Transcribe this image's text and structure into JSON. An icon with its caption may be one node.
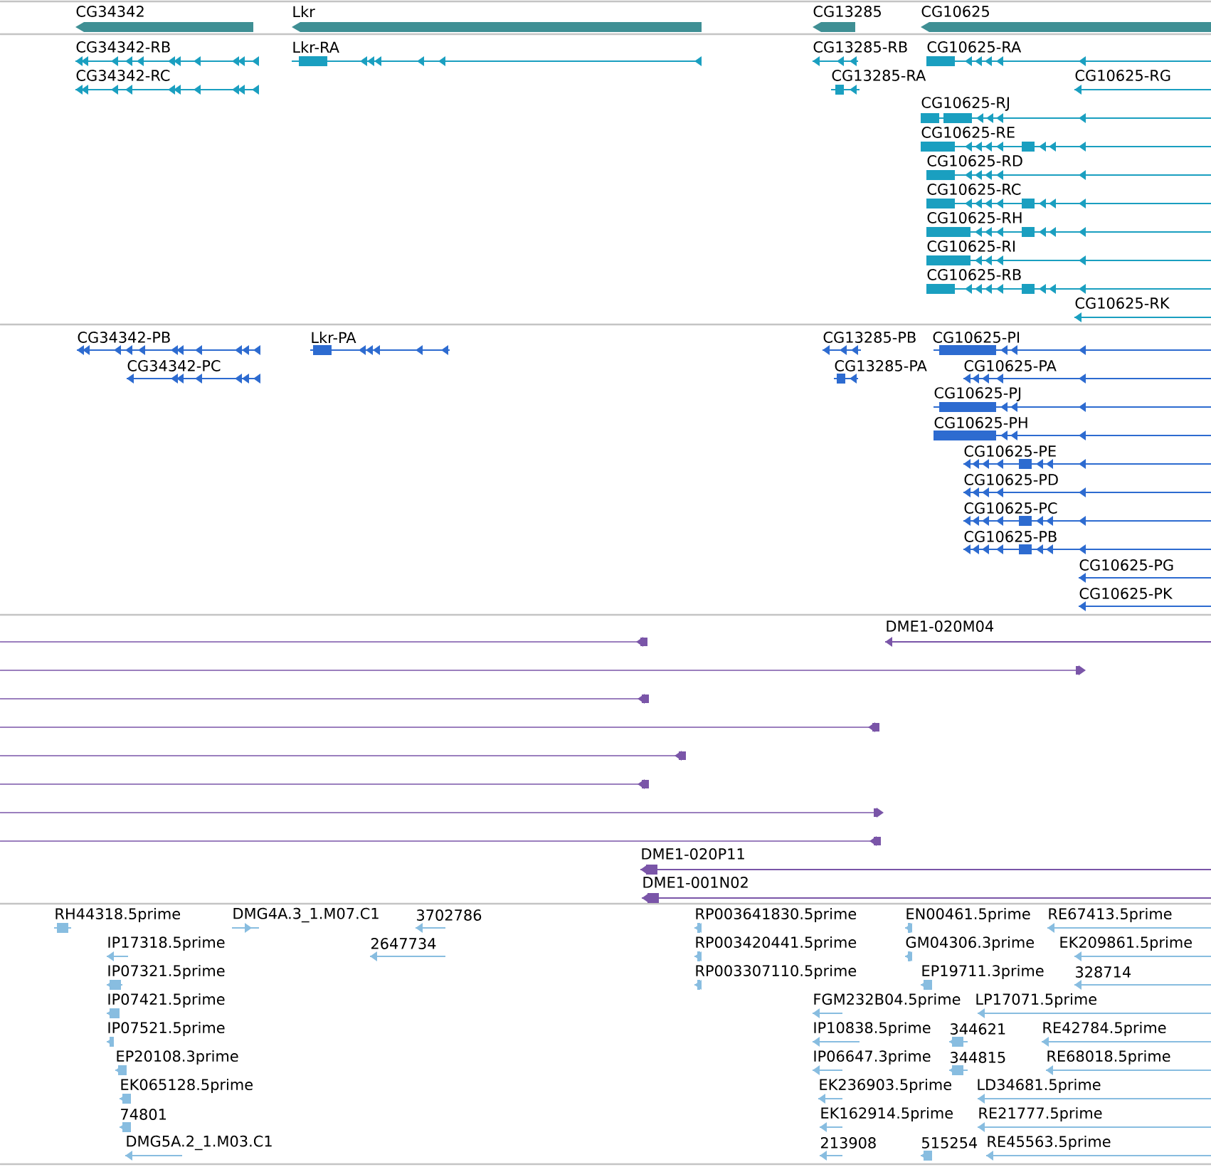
{
  "diagram": {
    "labels": [
      "CG34342",
      "Lkr",
      "CG13285",
      "CG10625",
      "CG34342-RB",
      "Lkr-RA",
      "CG13285-RB",
      "CG10625-RA",
      "CG34342-RC",
      "CG13285-RA",
      "CG10625-RG",
      "CG10625-RJ",
      "CG10625-RE",
      "CG10625-RD",
      "CG10625-RC",
      "CG10625-RH",
      "CG10625-RI",
      "CG10625-RB",
      "CG10625-RK",
      "CG34342-PB",
      "Lkr-PA",
      "CG13285-PB",
      "CG10625-PI",
      "CG34342-PC",
      "CG13285-PA",
      "CG10625-PA",
      "CG10625-PJ",
      "CG10625-PH",
      "CG10625-PE",
      "CG10625-PD",
      "CG10625-PC",
      "CG10625-PB",
      "CG10625-PG",
      "CG10625-PK",
      "DME1-020M04",
      "DME1-020P11",
      "DME1-001N02",
      "RH44318.5prime",
      "DMG4A.3_1.M07.C1",
      "3702786",
      "RP003641830.5prime",
      "EN00461.5prime",
      "RE67413.5prime",
      "IP17318.5prime",
      "2647734",
      "RP003420441.5prime",
      "GM04306.3prime",
      "EK209861.5prime",
      "IP07321.5prime",
      "RP003307110.5prime",
      "EP19711.3prime",
      "328714",
      "IP07421.5prime",
      "FGM232B04.5prime",
      "LP17071.5prime",
      "IP07521.5prime",
      "IP10838.5prime",
      "344621",
      "RE42784.5prime",
      "EP20108.3prime",
      "IP06647.3prime",
      "344815",
      "RE68018.5prime",
      "EK065128.5prime",
      "EK236903.5prime",
      "LD34681.5prime",
      "74801",
      "EK162914.5prime",
      "RE21777.5prime",
      "DMG5A.2_1.M03.C1",
      "213908",
      "515254",
      "RE45563.5prime"
    ]
  }
}
